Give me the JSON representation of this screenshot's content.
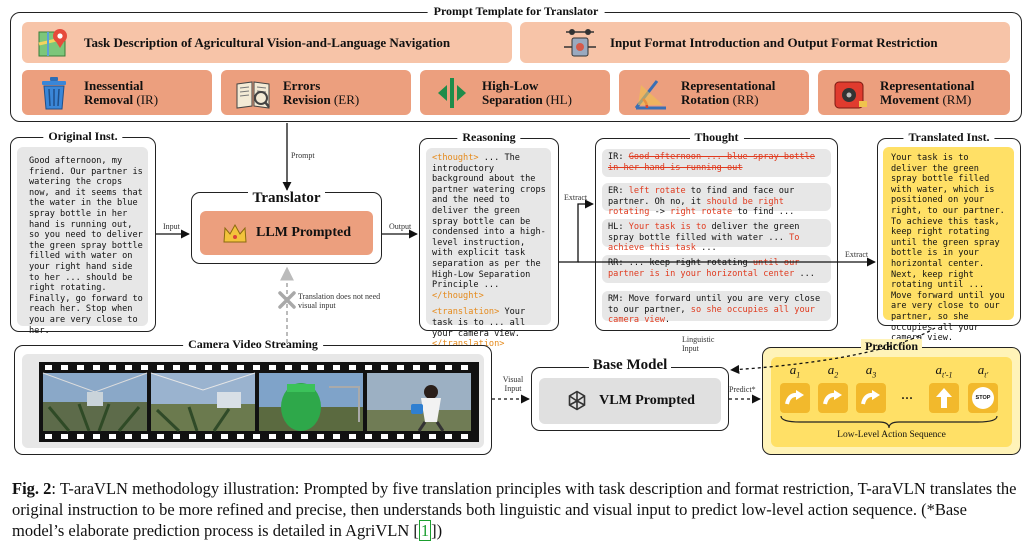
{
  "template": {
    "title": "Prompt Template for Translator",
    "task_description": "Task Description of Agricultural Vision-and-Language Navigation",
    "format": "Input Format Introduction and Output Format Restriction",
    "principles": [
      {
        "name": "Inessential",
        "name2": "Removal",
        "abbr": "(IR)"
      },
      {
        "name": "Errors",
        "name2": "Revision",
        "abbr": "(ER)"
      },
      {
        "name": "High-Low",
        "name2": "Separation",
        "abbr": "(HL)"
      },
      {
        "name": "Representational",
        "name2": "Rotation",
        "abbr": "(RR)"
      },
      {
        "name": "Representational",
        "name2": "Movement",
        "abbr": "(RM)"
      }
    ]
  },
  "original": {
    "title": "Original Inst.",
    "text": "Good afternoon, my friend. Our partner is watering the crops now, and it seems that the water in the blue spray bottle in her hand is running out, so you need to deliver the green spray bottle filled with water on your right hand side to her ... should be right rotating. Finally, go forward to reach her. Stop when you are very close to her."
  },
  "translator": {
    "title": "Translator",
    "llm_label": "LLM Prompted",
    "input_label": "Input",
    "output_label": "Output",
    "prompt_label": "Prompt",
    "no_visual_label": "Translation does not need visual input"
  },
  "reasoning": {
    "title": "Reasoning",
    "thought_open": "<thought>",
    "thought_body": " ... The introductory background about the partner watering crops and the need to deliver the green spray bottle can be condensed into a high-level instruction, with explicit task separation as per the High-Low Separation Principle ... ",
    "thought_close": "</thought>",
    "translation_open": "<translation>",
    "translation_body": " Your task is to ... all your camera view. ",
    "translation_close": "</translation>"
  },
  "thought": {
    "title": "Thought",
    "extract_label": "Extract",
    "ir": {
      "tag": "IR: ",
      "strike": "Good afternoon ... blue spray bottle in her hand is running out"
    },
    "er": {
      "tag": "ER: ",
      "a": "left rotate",
      "b": " to find and face our partner. Oh no, it ",
      "c": "should be right rotating",
      "d": " -> ",
      "e": "right rotate",
      "f": " to find ..."
    },
    "hl": {
      "tag": "HL: ",
      "a": "Your task is to",
      "b": " deliver the green spray bottle filled with water ... ",
      "c": "To achieve this task",
      "d": " ..."
    },
    "rr": {
      "tag": "RR: ... keep right rotating ",
      "a": "until our partner is in your horizontal center",
      "b": " ..."
    },
    "rm": {
      "tag": "RM: Move forward until you are very close to our partner, ",
      "a": "so she occupies all your camera view",
      "b": "."
    }
  },
  "translated": {
    "title": "Translated Inst.",
    "extract_label": "Extract",
    "text": "Your task is to deliver the green spray bottle filled with water, which is positioned on your right, to our partner. To achieve this task, keep right rotating until the green spray bottle is in your horizontal center. Next, keep right rotating until ... Move forward until you are very close to our partner, so she occupies all your camera view."
  },
  "camera": {
    "title": "Camera Video Streaming",
    "visual_input_label": "Visual Input"
  },
  "base_model": {
    "title": "Base Model",
    "vlm_label": "VLM Prompted",
    "linguistic_label": "Linguistic Input",
    "predict_label": "Predict*"
  },
  "prediction": {
    "title": "Prediction",
    "actions": [
      "a",
      "a",
      "a",
      "a",
      "a"
    ],
    "subs": [
      "1",
      "2",
      "3",
      "t'-1",
      "t'"
    ],
    "ellipsis": "...",
    "stop": "STOP",
    "sequence_label": "Low-Level Action Sequence"
  },
  "caption": {
    "fig": "Fig. 2",
    "colon": ":",
    "text1": " T-araVLN methodology illustration: Prompted by five translation principles with task description and format restriction, T-araVLN translates the original instruction to be more refined and precise, then understands both linguistic and visual input to predict low-level action sequence. (*Base model’s elaborate prediction process is detailed in AgriVLN ",
    "ref": "1",
    "text2": ")"
  },
  "colors": {
    "peach": "#f7c4a8",
    "salmon": "#ec9f7e",
    "orange_text": "#e58a1c",
    "red_text": "#e03a1e",
    "yellow": "#ffe066",
    "pale_yellow": "#fff3b8",
    "gray": "#e7e7e7"
  }
}
